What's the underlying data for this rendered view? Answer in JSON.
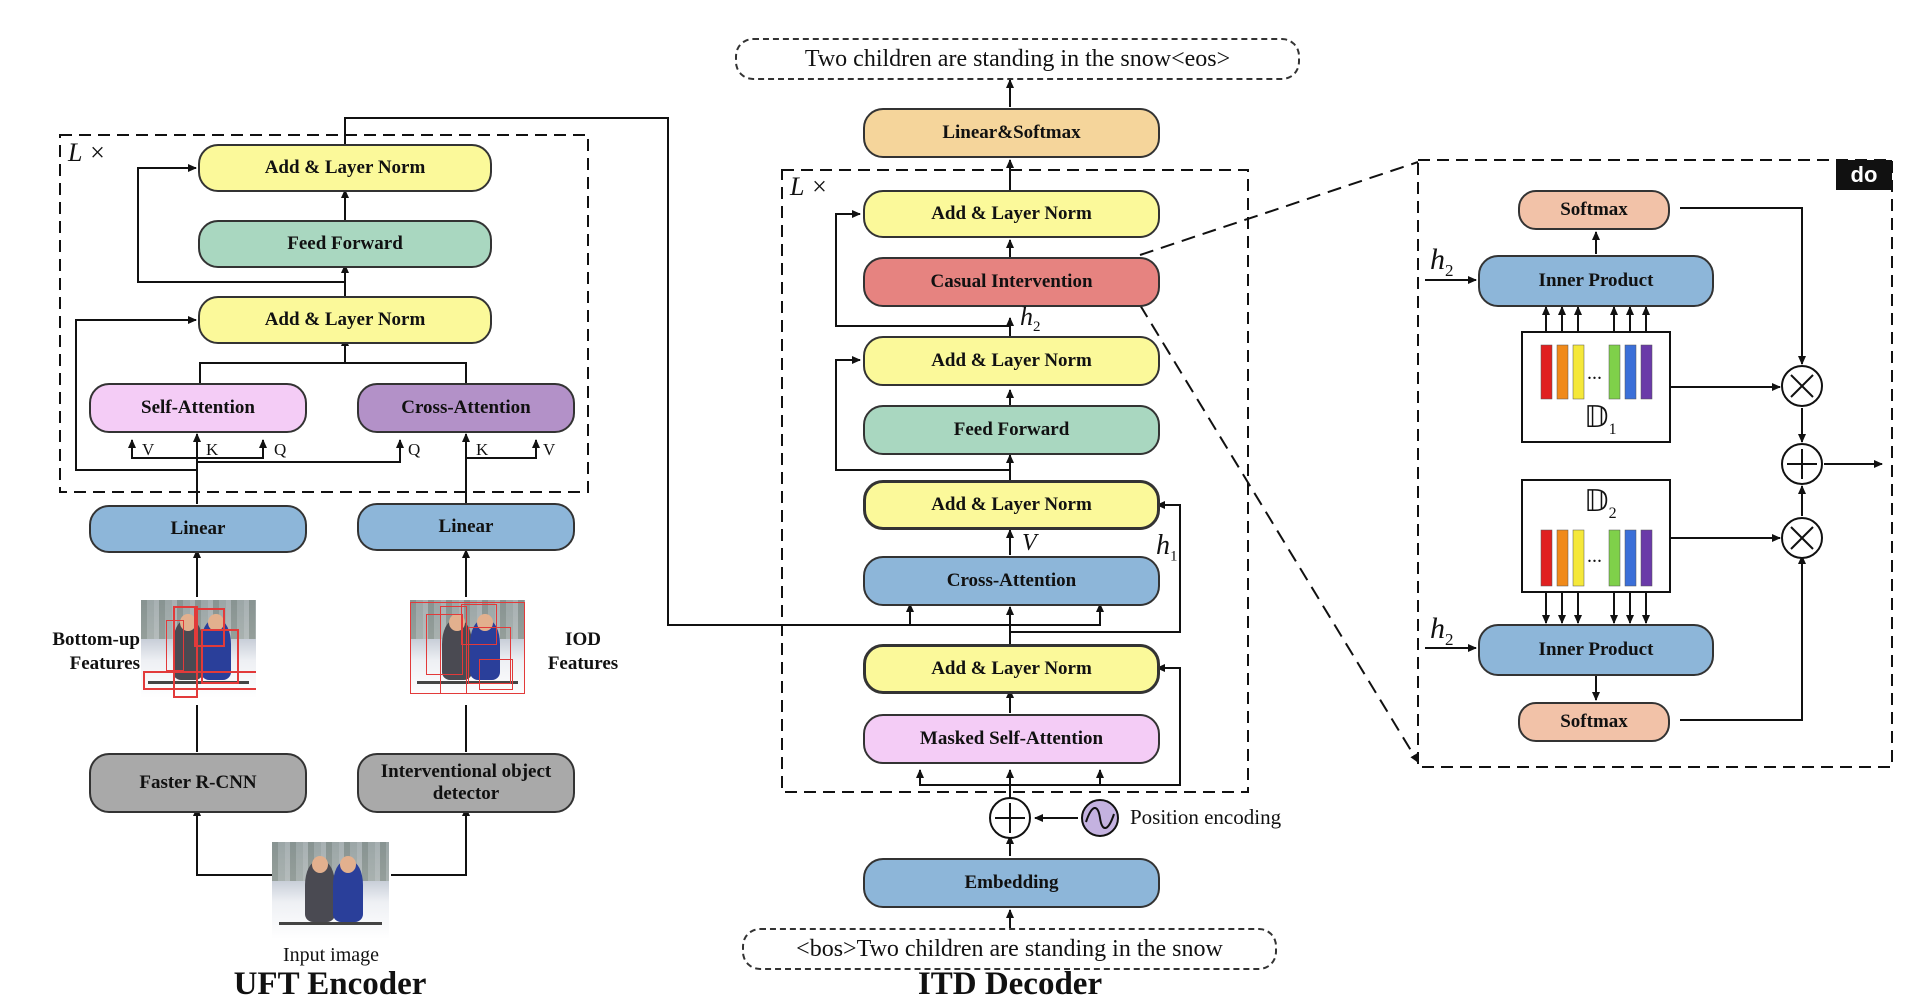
{
  "encoder": {
    "repeat_label": "L ×",
    "add_norm_top": "Add & Layer Norm",
    "feed_forward": "Feed Forward",
    "add_norm_mid": "Add & Layer Norm",
    "self_attention": "Self-Attention",
    "cross_attention": "Cross-Attention",
    "self_v": "V",
    "self_k": "K",
    "self_q": "Q",
    "cross_q": "Q",
    "cross_k": "K",
    "cross_v": "V",
    "linear_left": "Linear",
    "linear_right": "Linear",
    "bottom_up_label": "Bottom-up Features",
    "iod_label": "IOD Features",
    "faster_rcnn": "Faster R-CNN",
    "interventional_detector": "Interventional object detector",
    "input_image_label": "Input image",
    "title": "UFT Encoder"
  },
  "decoder": {
    "output_caption": "Two children are standing in the snow<eos>",
    "linear_softmax": "Linear&Softmax",
    "repeat_label": "L ×",
    "add_norm_1": "Add & Layer Norm",
    "causal_intervention": "Casual Intervention",
    "h2_label": "h",
    "h2_sub": "2",
    "add_norm_2": "Add & Layer Norm",
    "feed_forward": "Feed Forward",
    "add_norm_3": "Add & Layer Norm",
    "v_label": "V",
    "h1_label": "h",
    "h1_sub": "1",
    "cross_attention": "Cross-Attention",
    "add_norm_4": "Add & Layer Norm",
    "masked_self_attention": "Masked Self-Attention",
    "position_encoding": "Position encoding",
    "embedding": "Embedding",
    "input_caption": "<bos>Two children are standing in the snow",
    "title": "ITD Decoder"
  },
  "do_panel": {
    "tag": "do",
    "softmax_top": "Softmax",
    "inner_product_top": "Inner Product",
    "h2_top": "h",
    "h2_top_sub": "2",
    "dict1_label": "𝔻",
    "dict1_sub": "1",
    "dict2_label": "𝔻",
    "dict2_sub": "2",
    "ellipsis": "...",
    "inner_product_bottom": "Inner Product",
    "h2_bottom": "h",
    "h2_bottom_sub": "2",
    "softmax_bottom": "Softmax",
    "bar_colors": [
      "#e02020",
      "#f08a1a",
      "#f5e83a",
      "#ffffff",
      "#7fd04a",
      "#3b6fd8",
      "#6a3aa8"
    ]
  },
  "colors": {
    "yellow": "#fbf99a",
    "green": "#a9d7c0",
    "blue": "#8db6d9",
    "pink": "#f4ccf6",
    "purple": "#b391c8",
    "gray": "#a9a9a9",
    "red": "#e68380",
    "orange": "#f5d59b",
    "salmon": "#f2c2a8"
  }
}
